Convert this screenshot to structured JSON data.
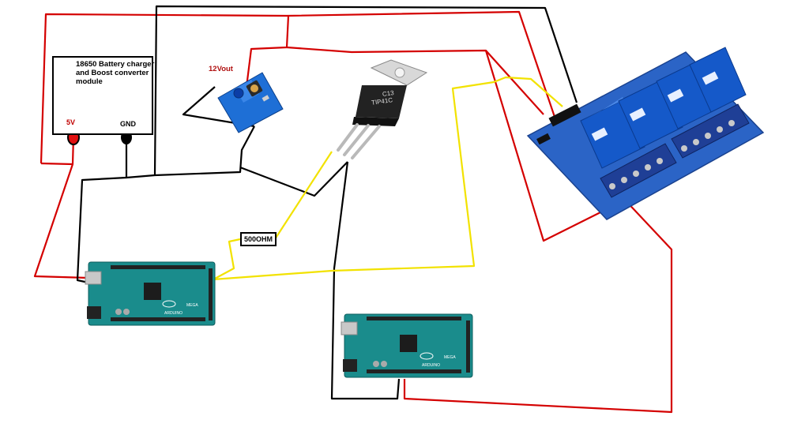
{
  "battery_module": {
    "title": "18650 Battery charger and Boost converter module",
    "plus_label": "5V",
    "gnd_label": "GND"
  },
  "boost_converter": {
    "output_label": "12Vout"
  },
  "transistor": {
    "code": "C13",
    "part": "TIP41C"
  },
  "resistor": {
    "label": "500OHM"
  },
  "arduino_boards": [
    {
      "text_model": "MEGA",
      "text_brand": "ARDUINO"
    },
    {
      "text_model": "MEGA",
      "text_brand": "ARDUINO"
    }
  ],
  "wire_colors": {
    "power": "#d40000",
    "ground": "#000000",
    "signal": "#f2e200"
  }
}
